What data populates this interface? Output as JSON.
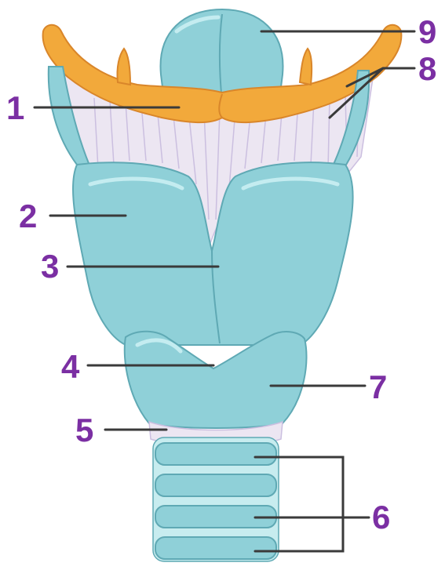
{
  "figure": {
    "callouts": [
      {
        "id": "1",
        "number": "1"
      },
      {
        "id": "2",
        "number": "2"
      },
      {
        "id": "3",
        "number": "3"
      },
      {
        "id": "4",
        "number": "4"
      },
      {
        "id": "5",
        "number": "5"
      },
      {
        "id": "6",
        "number": "6"
      },
      {
        "id": "7",
        "number": "7"
      },
      {
        "id": "8",
        "number": "8"
      },
      {
        "id": "9",
        "number": "9"
      }
    ],
    "colors": {
      "number_text": "#7b2fa3",
      "leader_line": "#3a3a3a",
      "cartilage": "#8fd0d8",
      "cartilage_shadow": "#5fa9b4",
      "cartilage_highlight": "#c4ecf0",
      "bone": "#f2a93b",
      "bone_shadow": "#d9862a",
      "membrane": "#ece6f2",
      "membrane_lines": "#cbbfe0"
    }
  }
}
